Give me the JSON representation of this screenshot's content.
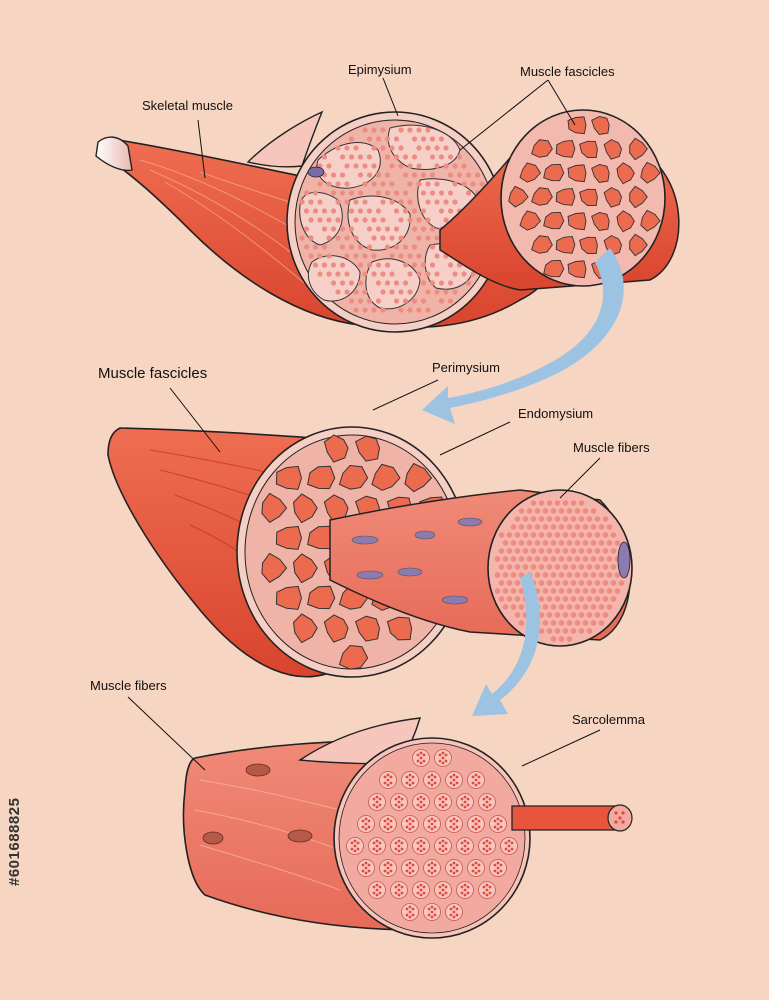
{
  "labels": {
    "skeletal_muscle": "Skeletal muscle",
    "epimysium": "Epimysium",
    "muscle_fascicles_top": "Muscle fascicles",
    "muscle_fascicles_mid": "Muscle fascicles",
    "perimysium": "Perimysium",
    "endomysium": "Endomysium",
    "muscle_fibers_mid": "Muscle fibers",
    "muscle_fibers_bottom": "Muscle fibers",
    "sarcolemma": "Sarcolemma"
  },
  "stock_id": "#601688825",
  "colors": {
    "background": "#f6d5c2",
    "muscle": "#e8553c",
    "muscle_dark": "#c63a26",
    "tissue": "#f4b6ac",
    "fascicle": "#ea6b4f",
    "fiber_light": "#f29a92",
    "nucleus": "#8b7bb0",
    "arrow": "#9cc3e2",
    "outline": "#222222"
  }
}
